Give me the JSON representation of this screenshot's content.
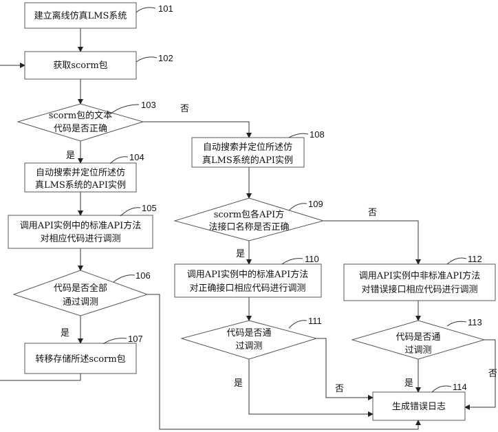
{
  "steps": {
    "s101": {
      "label": "建立离线仿真LMS系统",
      "num": "101"
    },
    "s102": {
      "label": "获取scorm包",
      "num": "102"
    },
    "s103": {
      "line1": "scorm包的文本",
      "line2": "代码是否正确",
      "num": "103"
    },
    "s104": {
      "line1": "自动搜索并定位所述仿",
      "line2": "真LMS系统的API实例",
      "num": "104"
    },
    "s105": {
      "line1": "调用API实例中的标准API方法",
      "line2": "对相应代码进行调测",
      "num": "105"
    },
    "s106": {
      "line1": "代码是否全部",
      "line2": "通过调测",
      "num": "106"
    },
    "s107": {
      "label": "转移存储所述scorm包",
      "num": "107"
    },
    "s108": {
      "line1": "自动搜索并定位所述仿",
      "line2": "真LMS系统的API实例",
      "num": "108"
    },
    "s109": {
      "line1": "scorm包各API方",
      "line2": "法接口名称是否正确",
      "num": "109"
    },
    "s110": {
      "line1": "调用API实例中的标准API方法",
      "line2": "对正确接口相应代码进行调测",
      "num": "110"
    },
    "s111": {
      "line1": "代码是否通",
      "line2": "过调测",
      "num": "111"
    },
    "s112": {
      "line1": "调用API实例中非标准API方法",
      "line2": "对错误接口相应代码进行调测",
      "num": "112"
    },
    "s113": {
      "line1": "代码是否通",
      "line2": "过调测",
      "num": "113"
    },
    "s114": {
      "label": "生成错误日志",
      "num": "114"
    }
  },
  "edges": {
    "yes": "是",
    "no": "否"
  }
}
